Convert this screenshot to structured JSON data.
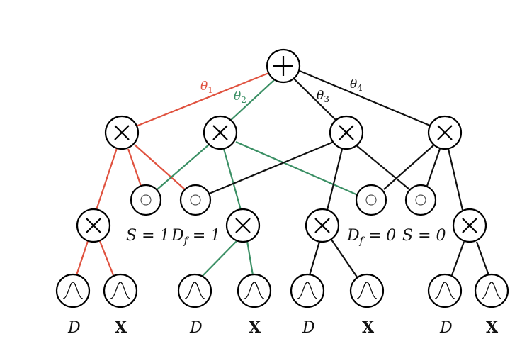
{
  "colors": {
    "red": "#e0523f",
    "green": "#3a8f64",
    "black": "#111111"
  },
  "labels": {
    "theta1": "θ",
    "theta1_sub": "1",
    "theta2": "θ",
    "theta2_sub": "2",
    "theta3": "θ",
    "theta3_sub": "3",
    "theta4": "θ",
    "theta4_sub": "4",
    "s1": "S = 1",
    "df1": "D",
    "df1_sub": "f",
    "df1_rest": " = 1",
    "df0": "D",
    "df0_sub": "f",
    "df0_rest": " = 0",
    "s0": "S = 0",
    "leaf_d": "D",
    "leaf_x": "X"
  },
  "icons": {
    "sum": "circle-plus-icon",
    "product": "circle-times-icon",
    "indicator": "circle-dot-icon",
    "gaussian": "gaussian-leaf-icon"
  }
}
